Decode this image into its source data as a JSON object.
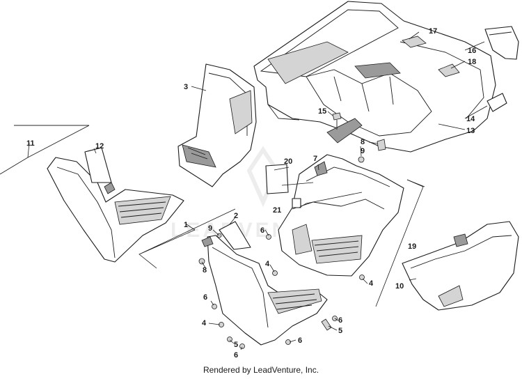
{
  "callouts": {
    "c1": "1",
    "c2": "2",
    "c3": "3",
    "c4a": "4",
    "c4b": "4",
    "c4c": "4",
    "c5a": "5",
    "c5b": "5",
    "c6a": "6",
    "c6b": "6",
    "c6c": "6",
    "c6d": "6",
    "c6e": "6",
    "c7": "7",
    "c8a": "8",
    "c8b": "8",
    "c9a": "9",
    "c9b": "9",
    "c10": "10",
    "c11": "11",
    "c12": "12",
    "c13": "13",
    "c14": "14",
    "c15": "15",
    "c16": "16",
    "c17": "17",
    "c18": "18",
    "c19": "19",
    "c20": "20",
    "c21": "21"
  },
  "watermark": "LEADVENTURE",
  "footer": "Rendered by LeadVenture, Inc."
}
